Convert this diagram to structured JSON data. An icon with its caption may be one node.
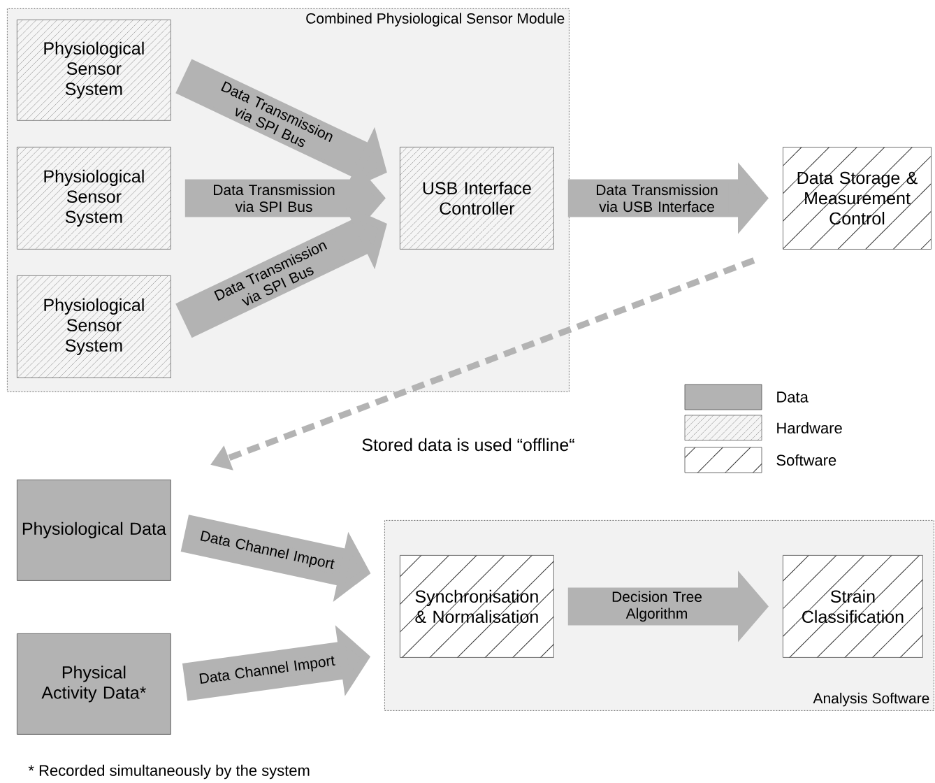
{
  "diagram": {
    "nodes": [
      {
        "text": [
          "Combined Physiological Sensor Module"
        ]
      },
      {
        "text": [
          "Physiological Sensor System"
        ],
        "in": 0
      },
      {
        "text": [
          "Physiological Sensor System"
        ],
        "in": 0
      },
      {
        "text": [
          "Physiological Sensor System"
        ],
        "in": 0
      },
      {
        "text": [
          "USB Interface Controller"
        ],
        "in": 0
      },
      {
        "text": [
          "Data Storage & Measurement Control"
        ]
      },
      {
        "text": [
          "Physiological Data"
        ]
      },
      {
        "text": [
          "Physical Activity Data*"
        ]
      },
      {
        "text": [
          "Analysis Software"
        ]
      },
      {
        "text": [
          "Synchronisation & Normalisation"
        ],
        "in": 8
      },
      {
        "text": [
          "Strain Classification"
        ],
        "in": 8
      }
    ],
    "edges": [
      {
        "from": 1,
        "to": 4,
        "arrow": "to",
        "label": "Data Transmission via SPI Bus"
      },
      {
        "from": 2,
        "to": 4,
        "arrow": "to",
        "label": "Data Transmission via SPI Bus"
      },
      {
        "from": 3,
        "to": 4,
        "arrow": "to",
        "label": "Data Transmission via SPI Bus"
      },
      {
        "from": 4,
        "to": 5,
        "arrow": "to",
        "label": "Data Transmission via USB Interface"
      },
      {
        "from": 5,
        "to": 6,
        "arrow": "to",
        "label": "Stored data is used “offline“",
        "style": "dashed"
      },
      {
        "from": 6,
        "to": 8,
        "arrow": "to",
        "label": "Data Channel Import"
      },
      {
        "from": 7,
        "to": 8,
        "arrow": "to",
        "label": "Data Channel Import"
      },
      {
        "from": 9,
        "to": 10,
        "arrow": "to",
        "label": "Decision Tree Algorithm"
      }
    ],
    "labels": [
      "* Recorded simultaneously by the system"
    ],
    "legend": [
      {
        "text": "Data",
        "color": "#b3b3b3"
      },
      {
        "text": "Hardware"
      },
      {
        "text": "Software"
      }
    ]
  }
}
